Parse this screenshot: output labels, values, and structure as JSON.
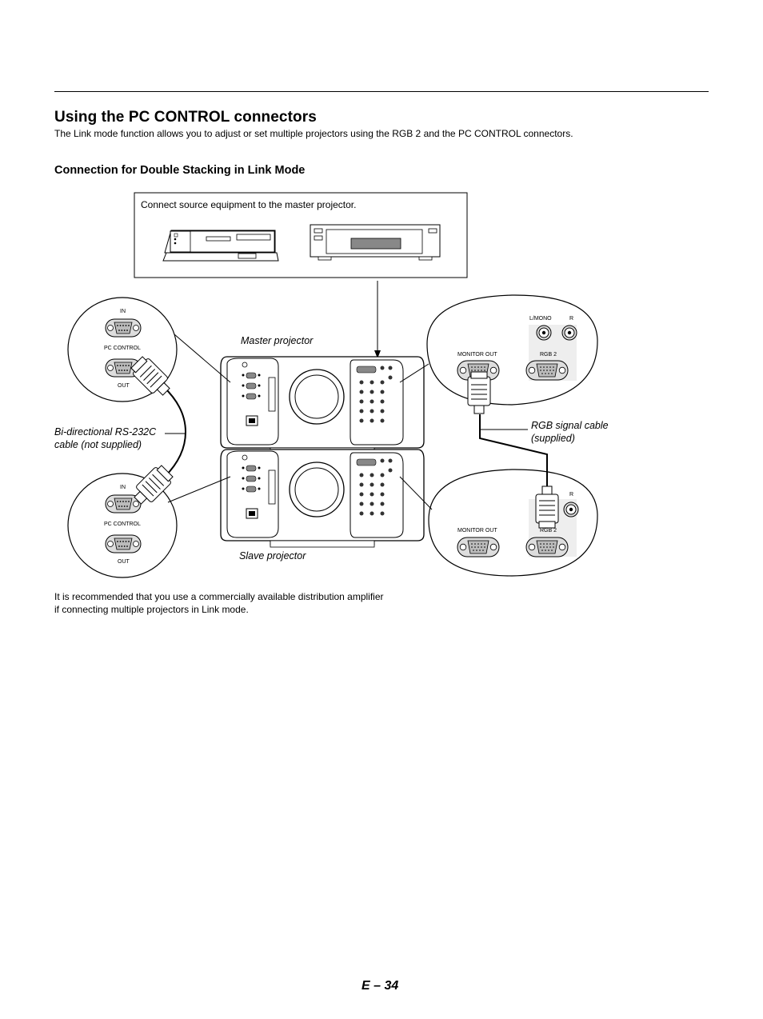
{
  "section_title": "Using the PC CONTROL connectors",
  "intro": "The Link mode function allows you to adjust or set multiple projectors using the RGB 2 and the PC CONTROL connectors.",
  "subsection_title": "Connection for Double Stacking in Link Mode",
  "diagram": {
    "source_box_caption": "Connect source equipment to the master projector.",
    "master_label": "Master projector",
    "slave_label": "Slave projector",
    "rs232_label_line1": "Bi-directional RS-232C",
    "rs232_label_line2": "cable (not supplied)",
    "rgb_label_line1": "RGB signal cable",
    "rgb_label_line2": "(supplied)",
    "pc_in": "IN",
    "pc_control": "PC CONTROL",
    "pc_out": "OUT",
    "monitor_out": "MONITOR OUT",
    "rgb2": "RGB 2",
    "lmono": "L/MONO",
    "r": "R"
  },
  "footnote": "It is recommended that you use a commercially available distribution amplifier if connecting multiple projectors in Link mode.",
  "page_number": "E – 34"
}
